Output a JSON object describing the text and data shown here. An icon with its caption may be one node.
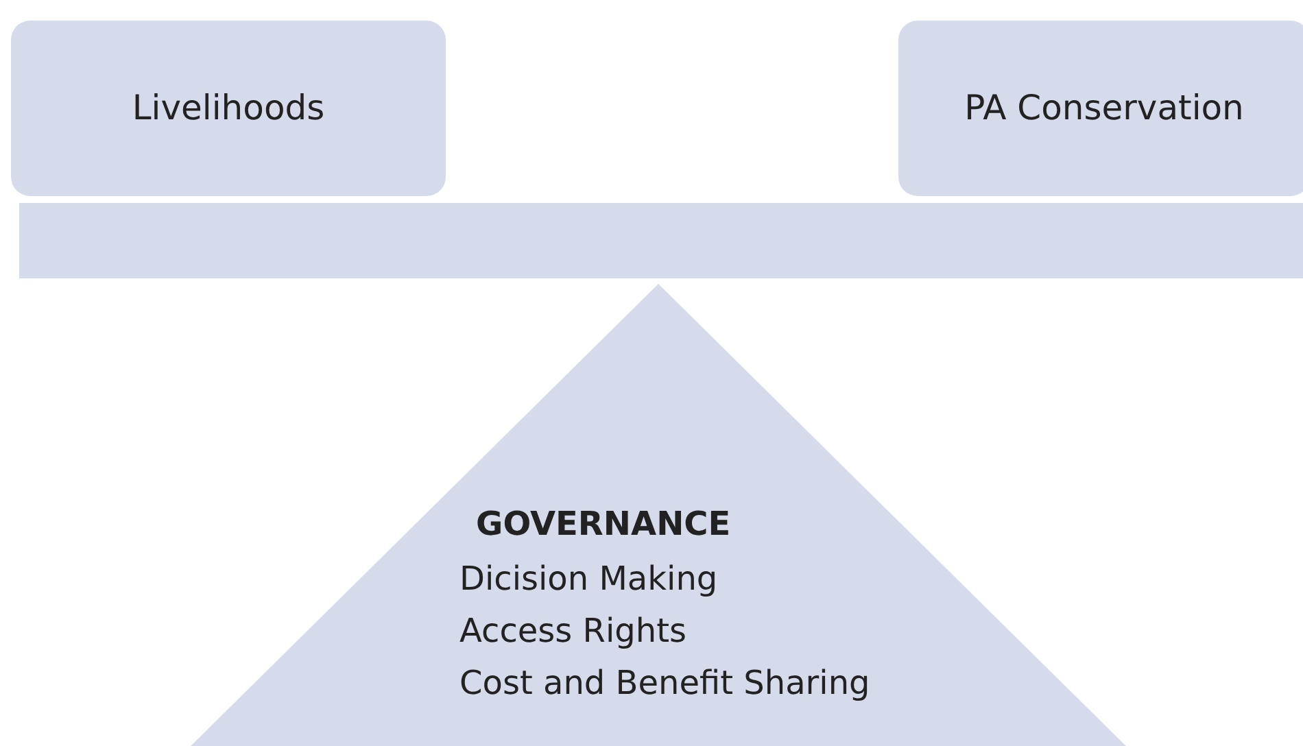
{
  "diagram": {
    "nodes": [
      {
        "text": [
          "Livelihoods"
        ]
      },
      {
        "text": [
          "PA Conservation"
        ]
      },
      {
        "text": [],
        "shape": "bar"
      },
      {
        "text": [
          "GOVERNANCE",
          "Dicision Making",
          "Access Rights",
          "Cost and Benefit Sharing"
        ]
      }
    ]
  }
}
